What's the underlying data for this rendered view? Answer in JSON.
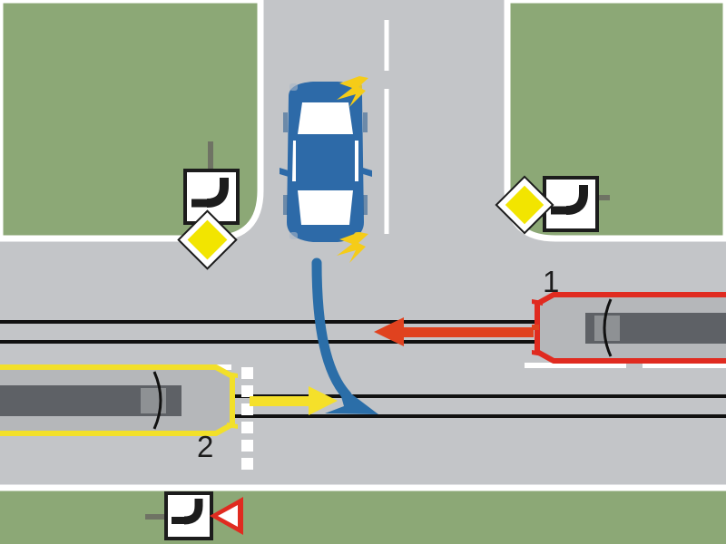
{
  "scene": {
    "title": "Tram and car intersection right-turn scenario",
    "colors": {
      "grass": "#8ca876",
      "road": "#c3c5c8",
      "road_edge": "#ffffff",
      "rail": "#111111",
      "car_blue": "#2d6aa8",
      "indicator_yellow": "#f5cc18",
      "tram1_outline": "#e02b20",
      "tram2_outline": "#f2e02a",
      "tram_body": "#b5b7ba",
      "tram_window": "#5e6166",
      "arrow_blue": "#2b6ea8",
      "arrow_red": "#e0421f",
      "arrow_yellow": "#f5e02a",
      "sign_border": "#1c1c1c",
      "sign_face": "#ffffff",
      "priority_yellow": "#f2e500",
      "giveway_red": "#e02b20",
      "post_gray": "#6f7364"
    },
    "labels": {
      "tram1": "1",
      "tram2": "2"
    },
    "vehicles": [
      {
        "name": "blue-car",
        "type": "car",
        "color": "#2d6aa8",
        "heading": "southbound",
        "indicators": "right-turn-signal-flashing",
        "position": "main-road-top"
      },
      {
        "name": "tram-1",
        "label": "1",
        "type": "tram",
        "outline": "#e02b20",
        "heading": "westbound",
        "position": "right-track-upper"
      },
      {
        "name": "tram-2",
        "label": "2",
        "type": "tram",
        "outline": "#f2e02a",
        "heading": "eastbound",
        "position": "left-track-lower"
      }
    ],
    "arrows": [
      {
        "name": "car-path-arrow",
        "color": "#2b6ea8",
        "description": "blue curved arrow turning right onto lower track"
      },
      {
        "name": "tram1-path-arrow",
        "color": "#e0421f",
        "description": "red straight arrow pointing left"
      },
      {
        "name": "tram2-path-arrow",
        "color": "#f5e02a",
        "description": "yellow straight arrow pointing right"
      }
    ],
    "signs": [
      {
        "name": "tram-crossing-sign-left",
        "type": "tram-crossing",
        "mirrored": false,
        "has_priority_diamond": true
      },
      {
        "name": "tram-crossing-sign-right",
        "type": "tram-crossing",
        "mirrored": true,
        "has_priority_diamond": true
      },
      {
        "name": "tram-crossing-sign-bottom",
        "type": "tram-crossing",
        "mirrored": false,
        "has_giveway_triangle": true
      }
    ],
    "markings": {
      "center_dashes": "white dashed centre line on vertical road",
      "giveway_dashes": "white dashed give-way line across tram track",
      "lane_dashes": "white dashed lane lines beside tram tracks"
    }
  }
}
